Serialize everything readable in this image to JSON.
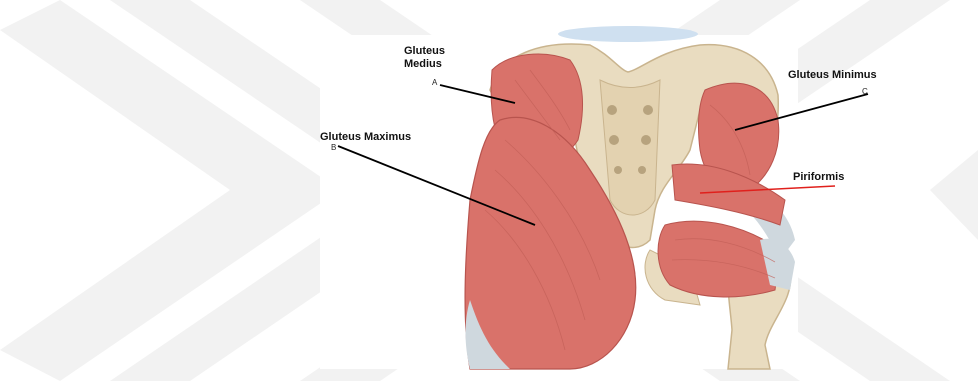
{
  "diagram": {
    "labels": {
      "gluteus_medius_line1": "Gluteus",
      "gluteus_medius_line2": "Medius",
      "gluteus_medius_letter": "A",
      "gluteus_maximus": "Gluteus Maximus",
      "gluteus_maximus_letter": "B",
      "gluteus_minimus": "Gluteus Minimus",
      "gluteus_minimus_letter": "C",
      "piriformis": "Piriformis"
    },
    "colors": {
      "muscle": "#d9726a",
      "muscle_dark": "#b8544e",
      "bone": "#e9dcc0",
      "bone_shadow": "#c9b48e",
      "tendon": "#cfd8de",
      "leader_line": "#000000",
      "piriformis_line": "#e0201c",
      "watermark": "#f1f1f1"
    }
  }
}
